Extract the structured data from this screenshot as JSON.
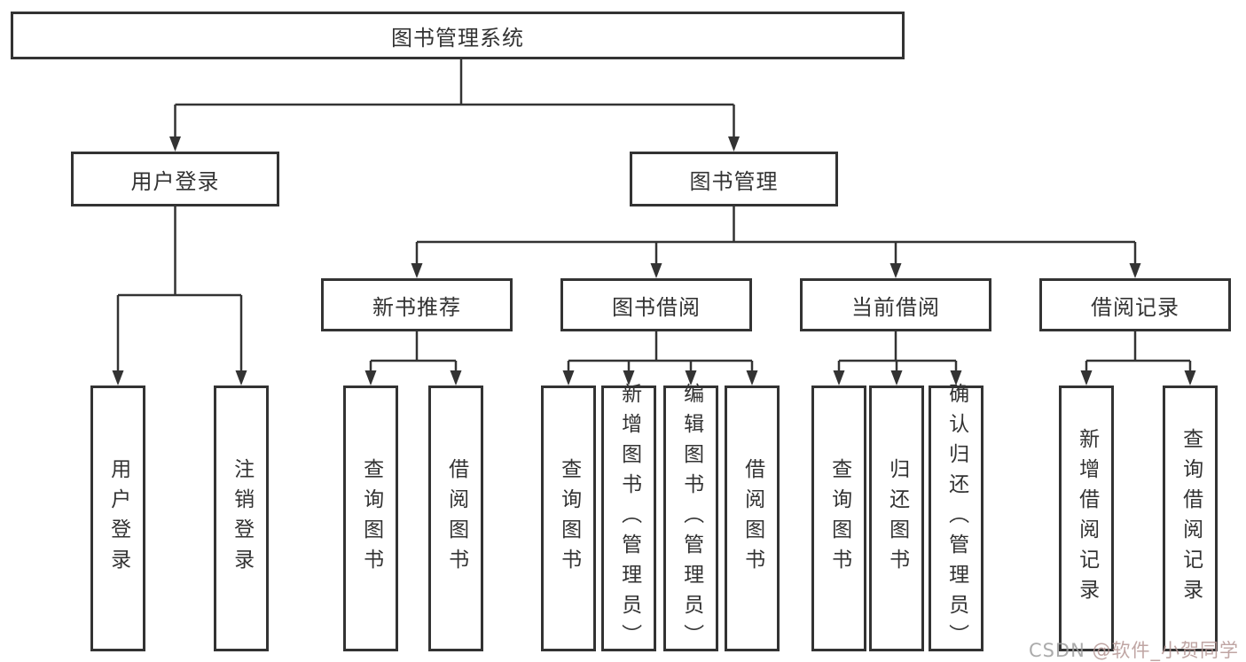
{
  "tree": {
    "root": "图书管理系统",
    "branches": [
      {
        "label": "用户登录",
        "leaves": [
          "用户登录",
          "注销登录"
        ]
      },
      {
        "label": "图书管理",
        "sections": [
          {
            "label": "新书推荐",
            "leaves": [
              "查询图书",
              "借阅图书"
            ]
          },
          {
            "label": "图书借阅",
            "leaves": [
              "查询图书",
              "新增图书（管理员）",
              "编辑图书（管理员）",
              "借阅图书"
            ]
          },
          {
            "label": "当前借阅",
            "leaves": [
              "查询图书",
              "归还图书",
              "确认归还（管理员）"
            ]
          },
          {
            "label": "借阅记录",
            "leaves": [
              "新增借阅记录",
              "查询借阅记录"
            ]
          }
        ]
      }
    ]
  },
  "watermark": {
    "brand": "CSDN ",
    "handle": "@软件_小贺同学"
  },
  "colors": {
    "line": "#333333",
    "box_border": "#333333",
    "text": "#333333",
    "background": "#ffffff",
    "watermark_brand": "#9d9d9d",
    "watermark_handle": "#b49694"
  }
}
